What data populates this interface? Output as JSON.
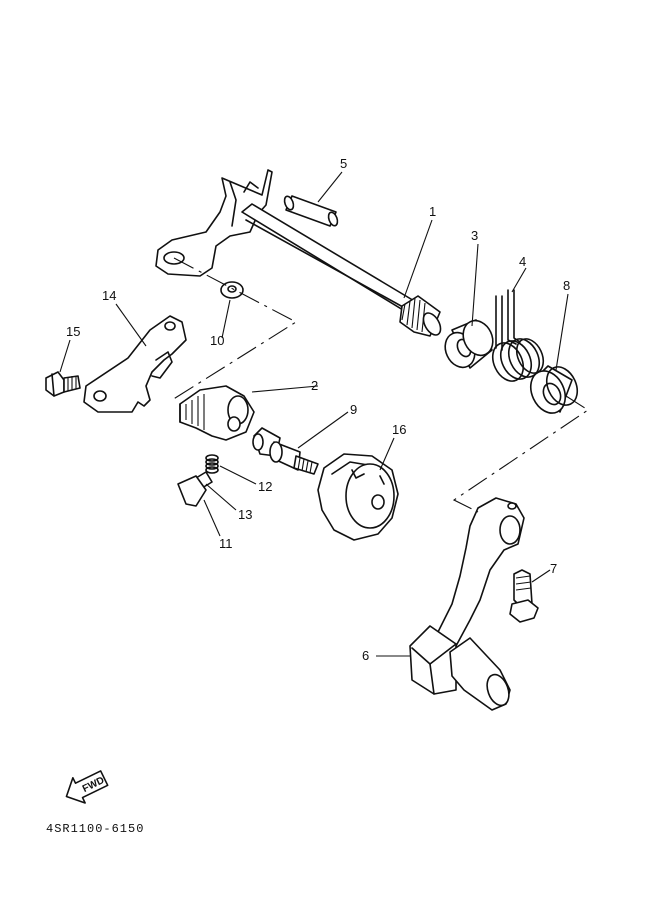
{
  "parts": [
    {
      "id": "1",
      "label": "1"
    },
    {
      "id": "2",
      "label": "2"
    },
    {
      "id": "3",
      "label": "3"
    },
    {
      "id": "4",
      "label": "4"
    },
    {
      "id": "5",
      "label": "5"
    },
    {
      "id": "6",
      "label": "6"
    },
    {
      "id": "7",
      "label": "7"
    },
    {
      "id": "8",
      "label": "8"
    },
    {
      "id": "9",
      "label": "9"
    },
    {
      "id": "10",
      "label": "10"
    },
    {
      "id": "11",
      "label": "11"
    },
    {
      "id": "12",
      "label": "12"
    },
    {
      "id": "13",
      "label": "13"
    },
    {
      "id": "14",
      "label": "14"
    },
    {
      "id": "15",
      "label": "15"
    },
    {
      "id": "16",
      "label": "16"
    }
  ],
  "fwd_arrow": {
    "label": "FWD",
    "icon": "forward-arrow-icon"
  },
  "diagram_code": "4SR1100-6150"
}
